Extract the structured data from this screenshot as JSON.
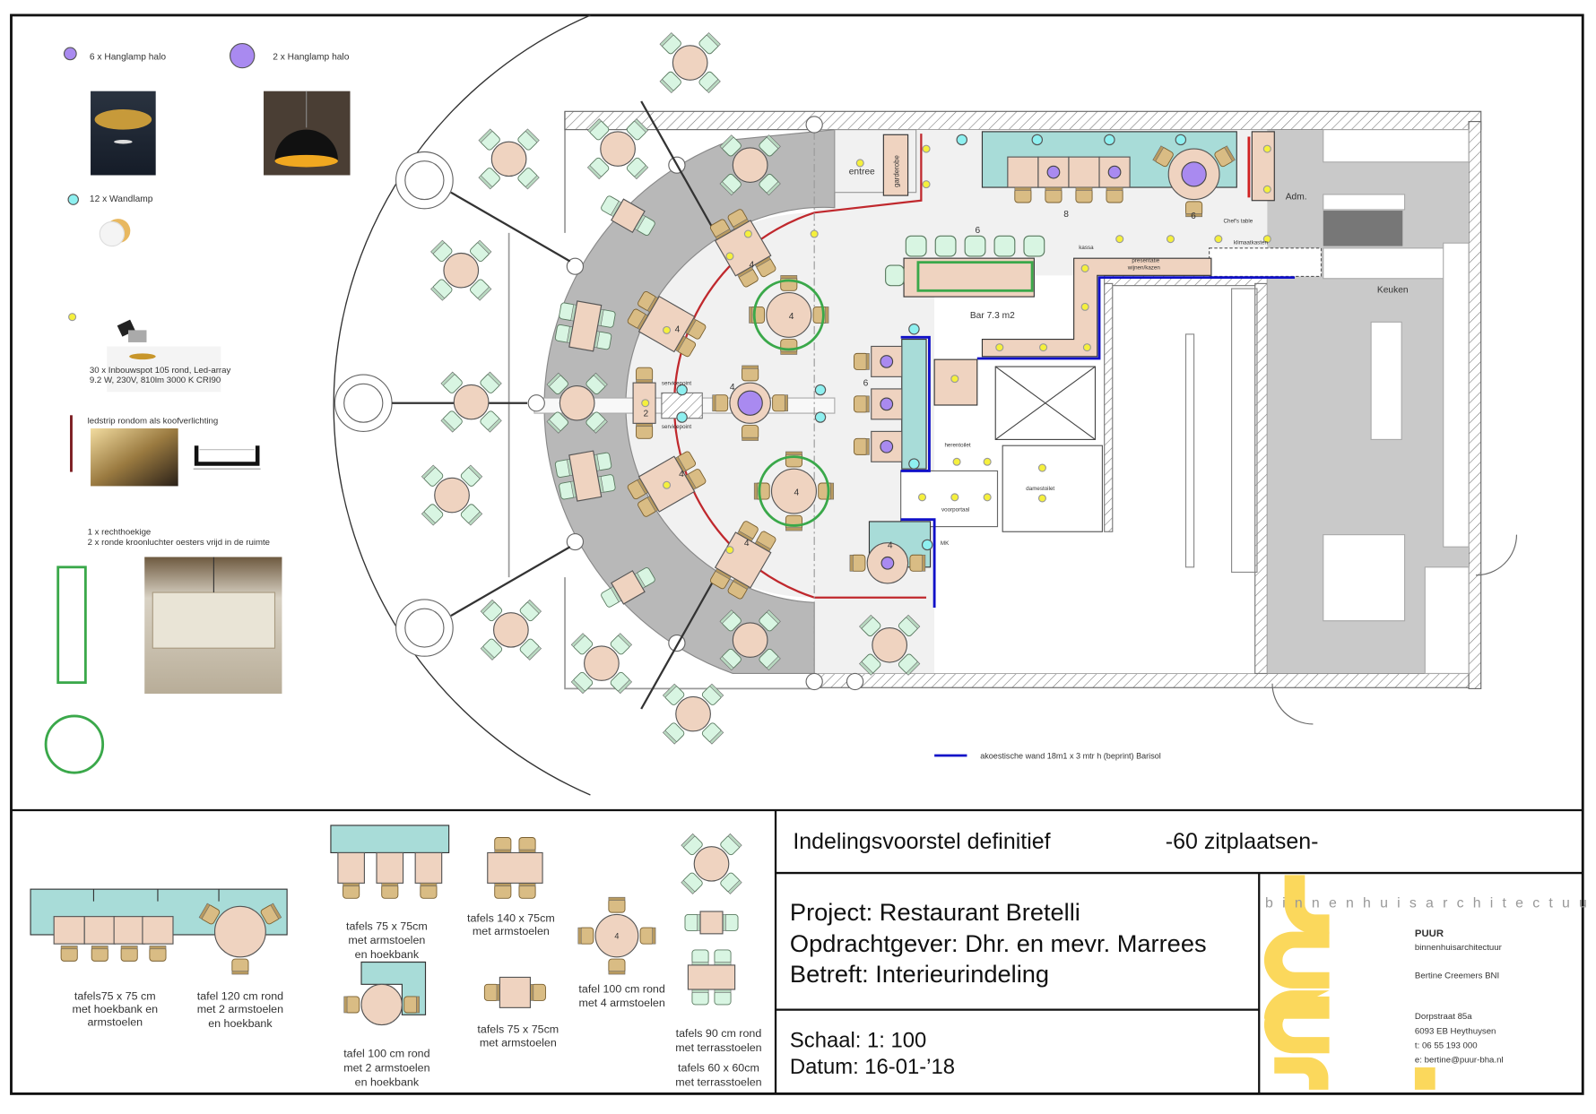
{
  "legend": {
    "pendant_small": "6 x Hanglamp halo",
    "pendant_large": "2 x Hanglamp halo",
    "wall_lamp": "12 x Wandlamp",
    "spot_line1": "30 x Inbouwspot 105 rond, Led-array",
    "spot_line2": "9.2 W, 230V, 810lm 3000 K CRI90",
    "ledstrip": "ledstrip rondom als koofverlichting",
    "chandelier_line1": "1 x rechthoekige",
    "chandelier_line2": "2 x ronde kroonluchter oesters vrijd in de ruimte",
    "acoustic_wall": "akoestische wand  18m1 x 3 mtr h (beprint) Barisol"
  },
  "plan_labels": {
    "entree": "entree",
    "garderobe": "garderobe",
    "adm": "Adm.",
    "chefs_table": "Chef's table",
    "kassa": "kassa",
    "klimaatkasten": "klimaatkasten",
    "presentatie1": "presentatie",
    "presentatie2": "wijnen/kazen",
    "bar": "Bar 7.3 m2",
    "keuken": "Keuken",
    "servicepoint_top": "servicepoint",
    "servicepoint_bottom": "servicepoint",
    "herentoilet": "herentoilet",
    "damestoilet": "damestoilet",
    "voorportaal": "voorportaal",
    "mk": "MK"
  },
  "seat_counts": [
    "8",
    "6",
    "6",
    "6",
    "4",
    "4",
    "4",
    "4",
    "4",
    "4",
    "4",
    "2",
    "4"
  ],
  "furniture_legend": {
    "a1": "tafels75 x 75 cm",
    "a2": "met hoekbank en",
    "a3": "armstoelen",
    "b1": "tafel 120 cm rond",
    "b2": "met 2 armstoelen",
    "b3": "en hoekbank",
    "c1": "tafels 75 x 75cm",
    "c2": "met armstoelen",
    "c3": "en hoekbank",
    "d1": "tafel 100 cm rond",
    "d2": "met 2 armstoelen",
    "d3": "en hoekbank",
    "e1": "tafels  140 x 75cm",
    "e2": "met armstoelen",
    "f1": "tafels  75 x 75cm",
    "f2": "met armstoelen",
    "g1": "tafel 100 cm rond",
    "g2": "met  4 armstoelen",
    "g_seat": "4",
    "h1": "tafels 90 cm rond",
    "h2": "met terrasstoelen",
    "i1": "tafels 60 x 60cm",
    "i2": "met terrasstoelen"
  },
  "title_block": {
    "title": "Indelingsvoorstel definitief",
    "seats": "-60 zitplaatsen-",
    "project": "Project: Restaurant Bretelli",
    "client": "Opdrachtgever: Dhr. en mevr. Marrees",
    "subject": "Betreft: Interieurindeling",
    "scale": "Schaal:  1: 100",
    "date": "Datum:  16-01-’18"
  },
  "logo": {
    "tagline": "binnenhuisarchitectuur",
    "name": "PUUR",
    "subtitle": "binnenhuisarchitectuur",
    "person": "Bertine Creemers BNI",
    "address1": "Dorpstraat 85a",
    "address2": "6093 EB  Heythuysen",
    "phone": "t:  06 55 193 000",
    "email": "e:  bertine@puur-bha.nl"
  },
  "colors": {
    "pendant": "#a98af0",
    "wall_lamp": "#8ef0f0",
    "spot": "#f5f03c",
    "ledstrip": "#c0282d",
    "acoustic": "#1010c8",
    "chandelier": "#3aa84a",
    "table": "#efd3c0",
    "armchair": "#d9bc84",
    "terrace_chair": "#d8f5e2",
    "bench": "#a8dcd8",
    "logo_yellow": "#fbd85c"
  }
}
